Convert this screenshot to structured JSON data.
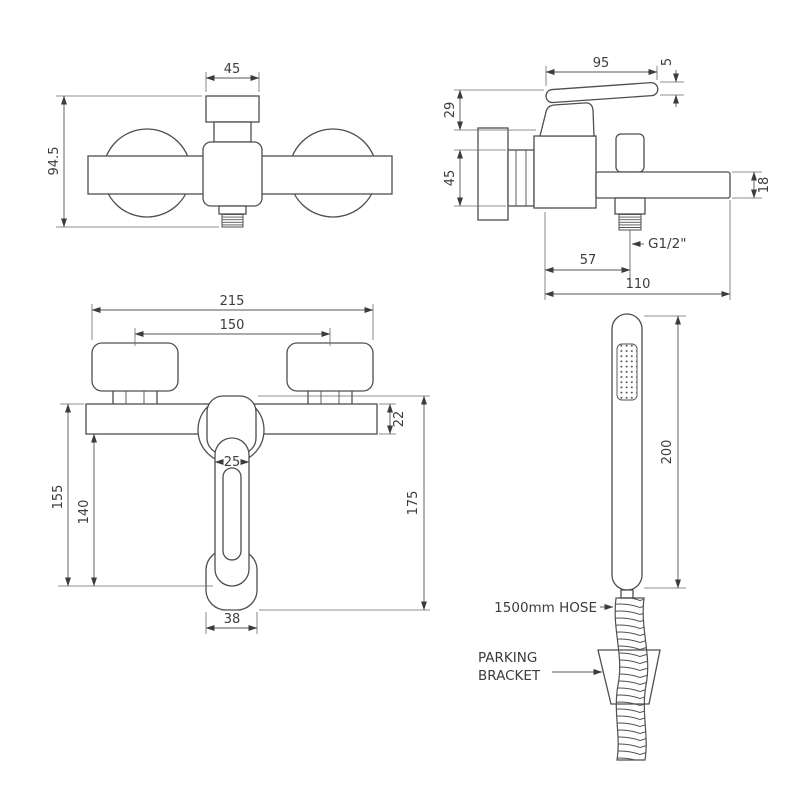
{
  "colors": {
    "line": "#4f4f4f",
    "dim": "#555555",
    "text": "#3c3c3c",
    "bg": "#ffffff"
  },
  "views": {
    "front_top": {
      "dim_45": "45",
      "dim_94_5": "94.5"
    },
    "side": {
      "dim_95": "95",
      "dim_5": "5",
      "dim_29": "29",
      "dim_45": "45",
      "dim_18": "18",
      "thread_label": "G1/2\"",
      "dim_57": "57",
      "dim_110": "110"
    },
    "front_bottom": {
      "dim_215": "215",
      "dim_150": "150",
      "dim_22": "22",
      "dim_25": "25",
      "dim_155": "155",
      "dim_140": "140",
      "dim_175": "175",
      "dim_38": "38"
    },
    "handset": {
      "dim_200": "200",
      "hose_label": "1500mm HOSE",
      "bracket_line1": "PARKING",
      "bracket_line2": "BRACKET"
    }
  }
}
